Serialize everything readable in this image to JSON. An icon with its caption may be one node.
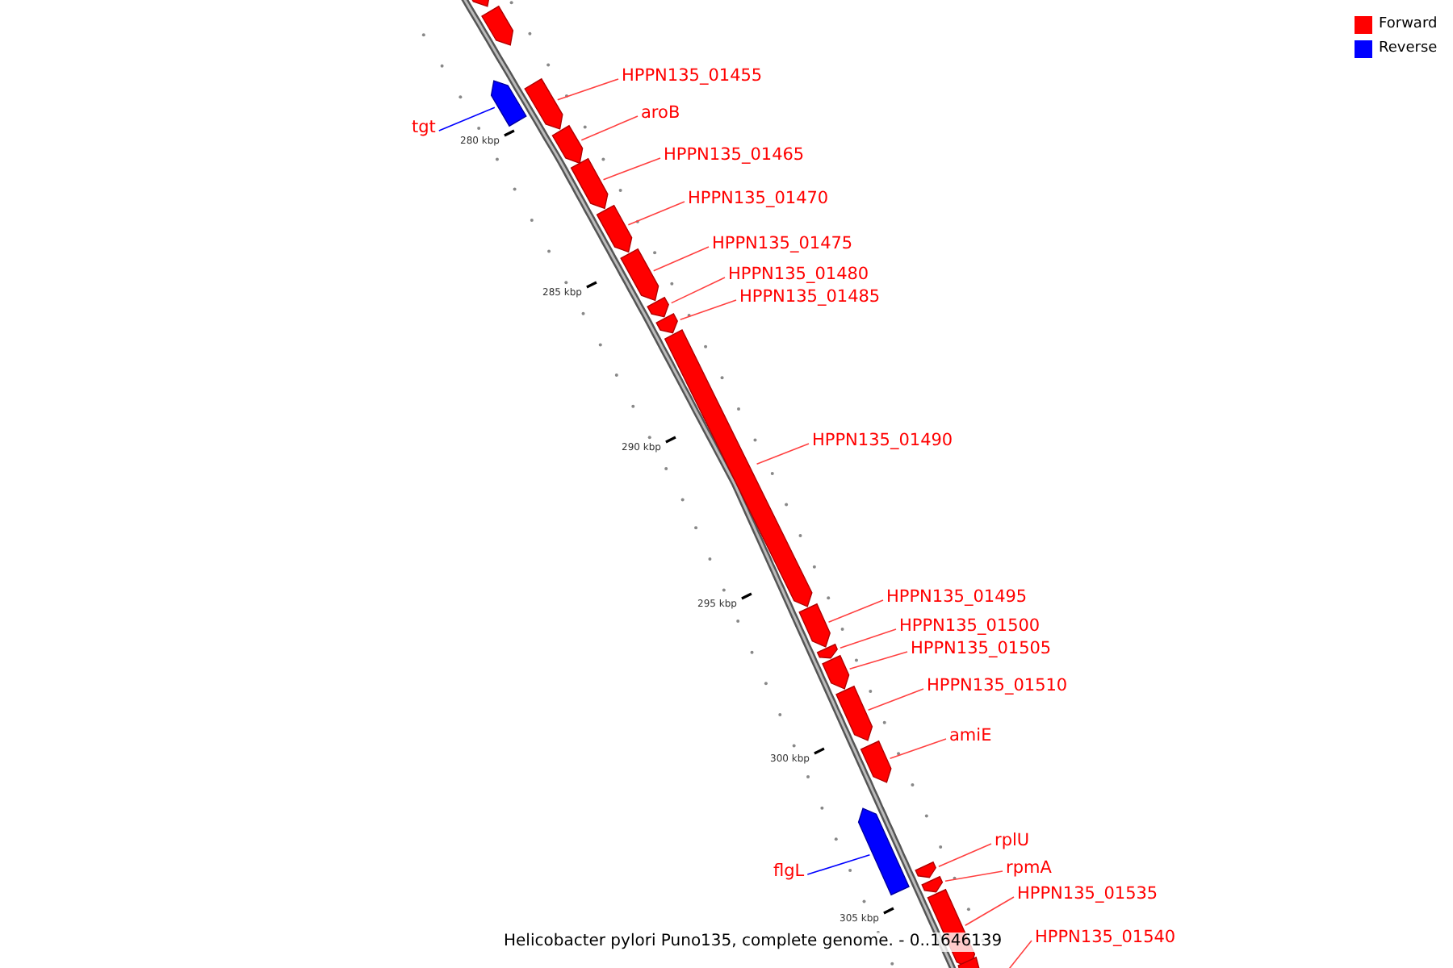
{
  "diagram": {
    "caption": "Helicobacter pylori Puno135, complete genome. - 0..1646139",
    "nodes": [
      {
        "text": [],
        "shape": "arrow"
      },
      {
        "text": [],
        "shape": "arrow"
      },
      {
        "text": [
          "tgt"
        ]
      },
      {
        "text": [],
        "shape": "arrow"
      },
      {
        "text": [
          "HPPN135_01455"
        ]
      },
      {
        "text": [],
        "shape": "arrow"
      },
      {
        "text": [
          "aroB"
        ]
      },
      {
        "text": [],
        "shape": "arrow"
      },
      {
        "text": [
          "HPPN135_01465"
        ]
      },
      {
        "text": [],
        "shape": "arrow"
      },
      {
        "text": [
          "HPPN135_01470"
        ]
      },
      {
        "text": [],
        "shape": "arrow"
      },
      {
        "text": [
          "HPPN135_01475"
        ]
      },
      {
        "text": [],
        "shape": "arrow"
      },
      {
        "text": [
          "HPPN135_01480"
        ]
      },
      {
        "text": [],
        "shape": "arrow"
      },
      {
        "text": [
          "HPPN135_01485"
        ]
      },
      {
        "text": [],
        "shape": "arrow"
      },
      {
        "text": [
          "HPPN135_01490"
        ]
      },
      {
        "text": [],
        "shape": "arrow"
      },
      {
        "text": [
          "HPPN135_01495"
        ]
      },
      {
        "text": [],
        "shape": "arrow"
      },
      {
        "text": [
          "HPPN135_01500"
        ]
      },
      {
        "text": [],
        "shape": "arrow"
      },
      {
        "text": [
          "HPPN135_01505"
        ]
      },
      {
        "text": [],
        "shape": "arrow"
      },
      {
        "text": [
          "HPPN135_01510"
        ]
      },
      {
        "text": [],
        "shape": "arrow"
      },
      {
        "text": [
          "amiE"
        ]
      },
      {
        "text": [],
        "shape": "arrow"
      },
      {
        "text": [
          "flgL"
        ]
      },
      {
        "text": [],
        "shape": "arrow"
      },
      {
        "text": [
          "rplU"
        ]
      },
      {
        "text": [],
        "shape": "arrow"
      },
      {
        "text": [
          "rpmA"
        ]
      },
      {
        "text": [],
        "shape": "arrow"
      },
      {
        "text": [
          "HPPN135_01535"
        ]
      },
      {
        "text": [],
        "shape": "arrow"
      },
      {
        "text": [
          "HPPN135_01540"
        ]
      },
      {
        "text": [],
        "shape": "arrow"
      }
    ],
    "edges": [
      {
        "from": 2,
        "to": 3,
        "arrow": "none",
        "color": "#0000ff"
      },
      {
        "from": 4,
        "to": 5,
        "arrow": "none"
      },
      {
        "from": 6,
        "to": 7,
        "arrow": "none"
      },
      {
        "from": 8,
        "to": 9,
        "arrow": "none"
      },
      {
        "from": 10,
        "to": 11,
        "arrow": "none"
      },
      {
        "from": 12,
        "to": 13,
        "arrow": "none"
      },
      {
        "from": 14,
        "to": 15,
        "arrow": "none"
      },
      {
        "from": 16,
        "to": 17,
        "arrow": "none"
      },
      {
        "from": 18,
        "to": 19,
        "arrow": "none"
      },
      {
        "from": 20,
        "to": 21,
        "arrow": "none"
      },
      {
        "from": 22,
        "to": 23,
        "arrow": "none"
      },
      {
        "from": 24,
        "to": 25,
        "arrow": "none"
      },
      {
        "from": 26,
        "to": 27,
        "arrow": "none"
      },
      {
        "from": 28,
        "to": 29,
        "arrow": "none"
      },
      {
        "from": 30,
        "to": 31,
        "arrow": "none",
        "color": "#0000ff"
      },
      {
        "from": 32,
        "to": 33,
        "arrow": "none"
      },
      {
        "from": 34,
        "to": 35,
        "arrow": "none"
      },
      {
        "from": 36,
        "to": 37,
        "arrow": "none"
      },
      {
        "from": 38,
        "to": 39,
        "arrow": "none"
      }
    ],
    "labels": [
      "280 kbp",
      "285 kbp",
      "290 kbp",
      "295 kbp",
      "300 kbp",
      "305 kbp"
    ],
    "legend": [
      {
        "text": "Forward",
        "color": "#ff0000"
      },
      {
        "text": "Reverse",
        "color": "#0000ff"
      }
    ]
  }
}
